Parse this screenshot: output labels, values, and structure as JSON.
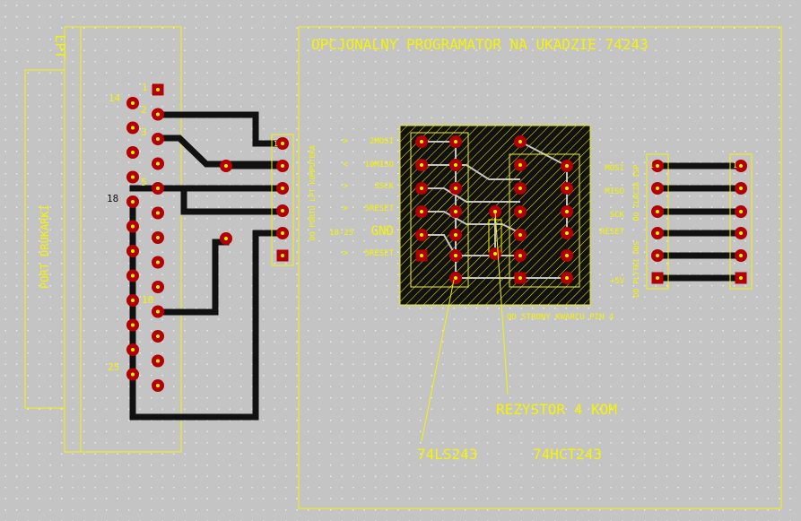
{
  "colors": {
    "background": "#c4c4c4",
    "grid_dot": "#eeeeee",
    "silkscreen": "#f4f400",
    "copper": "#111111",
    "pad": "#b30000",
    "pad_hole": "#f4f400"
  },
  "lpt_connector": {
    "title": "LPT",
    "port_label": "PORT DRUKARKI",
    "pin_labels": [
      "1",
      "2",
      "3",
      "14",
      "5",
      "18",
      "10",
      "25"
    ]
  },
  "cable_header": {
    "label": "DO PORTU LPT KOMPUTERA",
    "pin1_label": "1"
  },
  "programmer": {
    "title": "OPCJONALNY PROGRAMATOR NA UKADZIE 74243",
    "left_signals": [
      {
        "arrow": ">",
        "name": "2MOSI"
      },
      {
        "arrow": "<",
        "name": "10MISO"
      },
      {
        "arrow": ">",
        "name": "3SCK"
      },
      {
        "arrow": ">",
        "name": "5RESET"
      },
      {
        "arrow": "18-25",
        "name": "GND"
      },
      {
        "arrow": ">",
        "name": "5RESET"
      }
    ],
    "right_signals": [
      "MOSI",
      "MISO",
      "SCK",
      "RESET",
      "+5V"
    ],
    "isp_label": "DO ZLACZA ISP",
    "board_label": "DO PLYTKI DDS",
    "isp_pin1_label": "1",
    "quartz_note": "OD STRONY KWARCU PIN 4",
    "resistor_label": "REZYSTOR 4 KOM",
    "chip_label_1": "74LS243",
    "chip_label_2": "74HCT243"
  }
}
